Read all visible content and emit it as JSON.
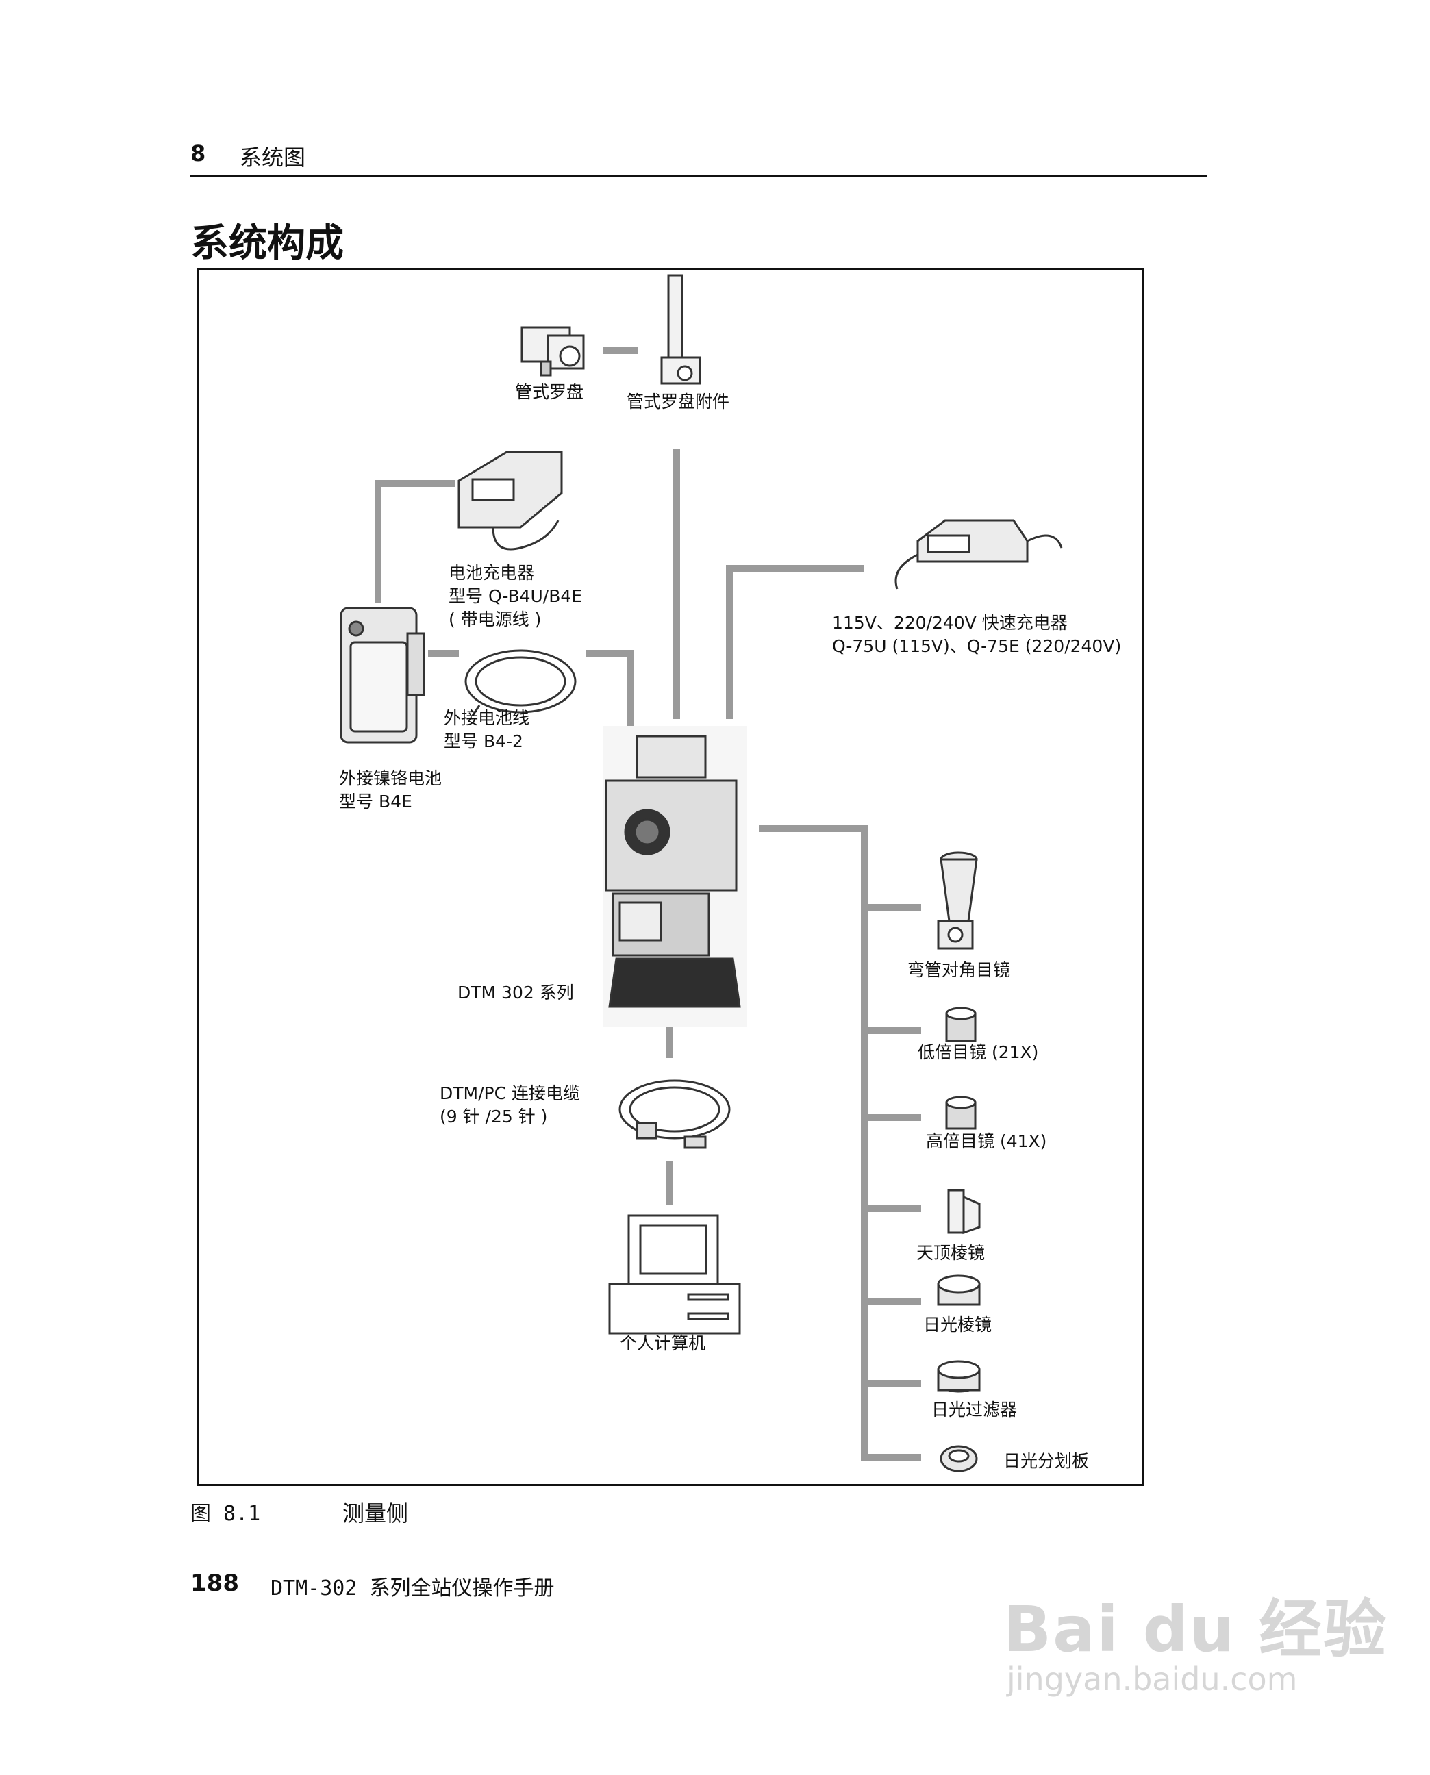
{
  "header": {
    "chapter_number": "8",
    "chapter_title": "系统图"
  },
  "section_title": "系统构成",
  "diagram": {
    "labels": {
      "tube_compass": "管式罗盘",
      "tube_compass_attachment": "管式罗盘附件",
      "battery_charger": [
        "电池充电器",
        "型号 Q-B4U/B4E",
        "( 带电源线 )"
      ],
      "quick_charger": [
        "115V、220/240V 快速充电器",
        "Q-75U (115V)、Q-75E (220/240V)"
      ],
      "external_battery_cable": [
        "外接电池线",
        "型号 B4-2"
      ],
      "external_nicd_battery": [
        "外接镍铬电池",
        "型号 B4E"
      ],
      "dtm_series": "DTM 302 系列",
      "dtm_pc_cable": [
        "DTM/PC 连接电缆",
        "(9 针 /25 针 )"
      ],
      "personal_computer": "个人计算机",
      "diagonal_eyepiece": "弯管对角目镜",
      "low_mag_eyepiece": "低倍目镜 (21X)",
      "high_mag_eyepiece": "高倍目镜 (41X)",
      "zenith_prism": "天顶棱镜",
      "solar_prism": "日光棱镜",
      "solar_filter": "日光过滤器",
      "solar_reticle": "日光分划板"
    }
  },
  "figure": {
    "label": "图 8.1",
    "caption": "测量侧"
  },
  "footer": {
    "page_number": "188",
    "manual_title": "DTM-302 系列全站仪操作手册"
  },
  "watermark": {
    "logo": "Bai du 经验",
    "url": "jingyan.baidu.com"
  }
}
